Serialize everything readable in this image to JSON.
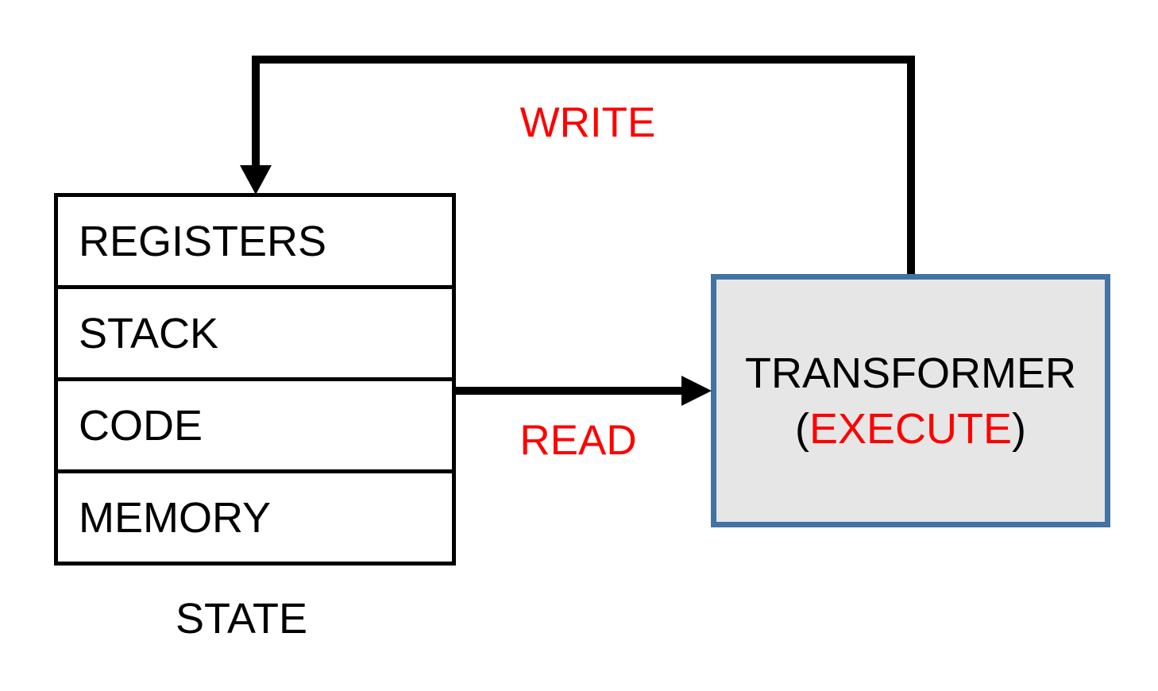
{
  "diagram": {
    "state_box": {
      "rows": [
        "REGISTERS",
        "STACK",
        "CODE",
        "MEMORY"
      ],
      "caption": "STATE"
    },
    "transformer_box": {
      "line1": "TRANSFORMER",
      "line2_prefix": "(",
      "line2_highlight": "EXECUTE",
      "line2_suffix": ")"
    },
    "flows": {
      "write_label": "WRITE",
      "read_label": "READ"
    },
    "colors": {
      "arrow": "#000000",
      "label_accent": "#ff0000",
      "state_border": "#000000",
      "state_fill": "#ffffff",
      "transformer_border": "#4273a2",
      "transformer_fill": "#e6e6e6",
      "background": "#ffffff"
    }
  }
}
